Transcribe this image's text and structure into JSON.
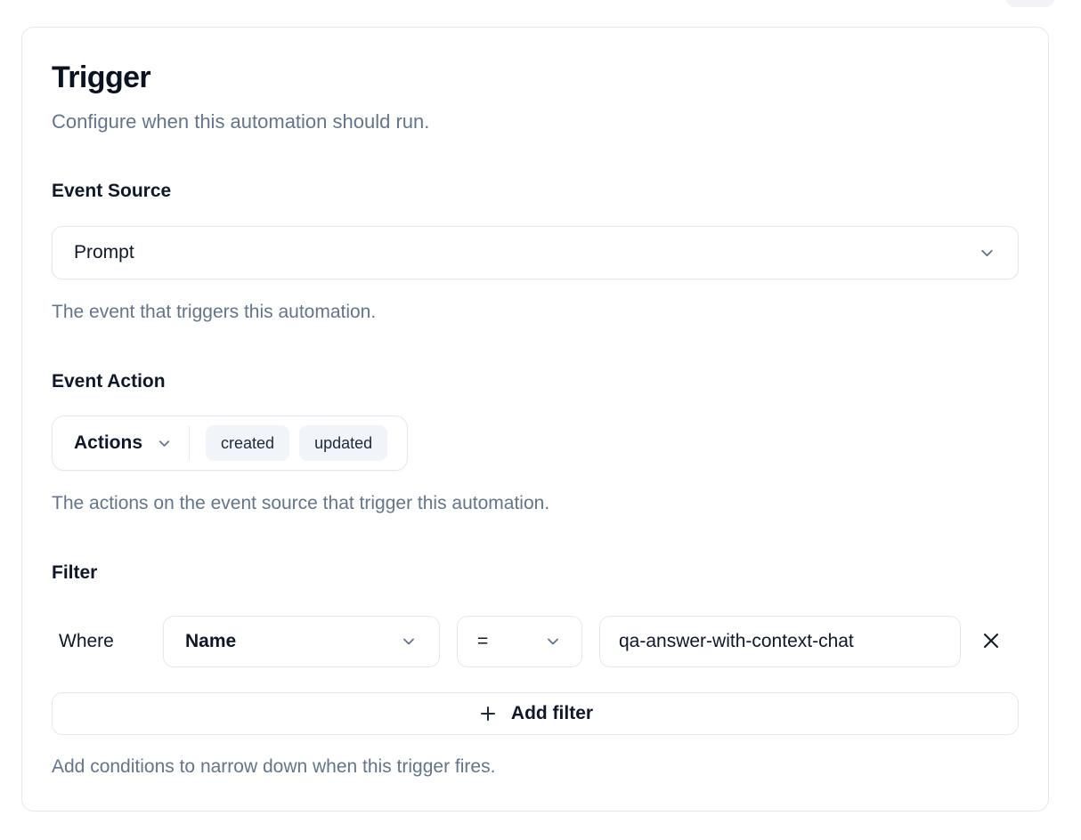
{
  "card": {
    "title": "Trigger",
    "subtitle": "Configure when this automation should run."
  },
  "event_source": {
    "label": "Event Source",
    "value": "Prompt",
    "help": "The event that triggers this automation."
  },
  "event_action": {
    "label": "Event Action",
    "dropdown_label": "Actions",
    "selected": [
      "created",
      "updated"
    ],
    "help": "The actions on the event source that trigger this automation."
  },
  "filter": {
    "label": "Filter",
    "where_label": "Where",
    "rule": {
      "field": "Name",
      "operator": "=",
      "value": "qa-answer-with-context-chat"
    },
    "add_button_label": "Add filter",
    "help": "Add conditions to narrow down when this trigger fires."
  },
  "colors": {
    "border": "#e2e8f0",
    "text": "#0f172a",
    "muted_text": "#64748b",
    "chip_background": "#f1f5f9"
  }
}
